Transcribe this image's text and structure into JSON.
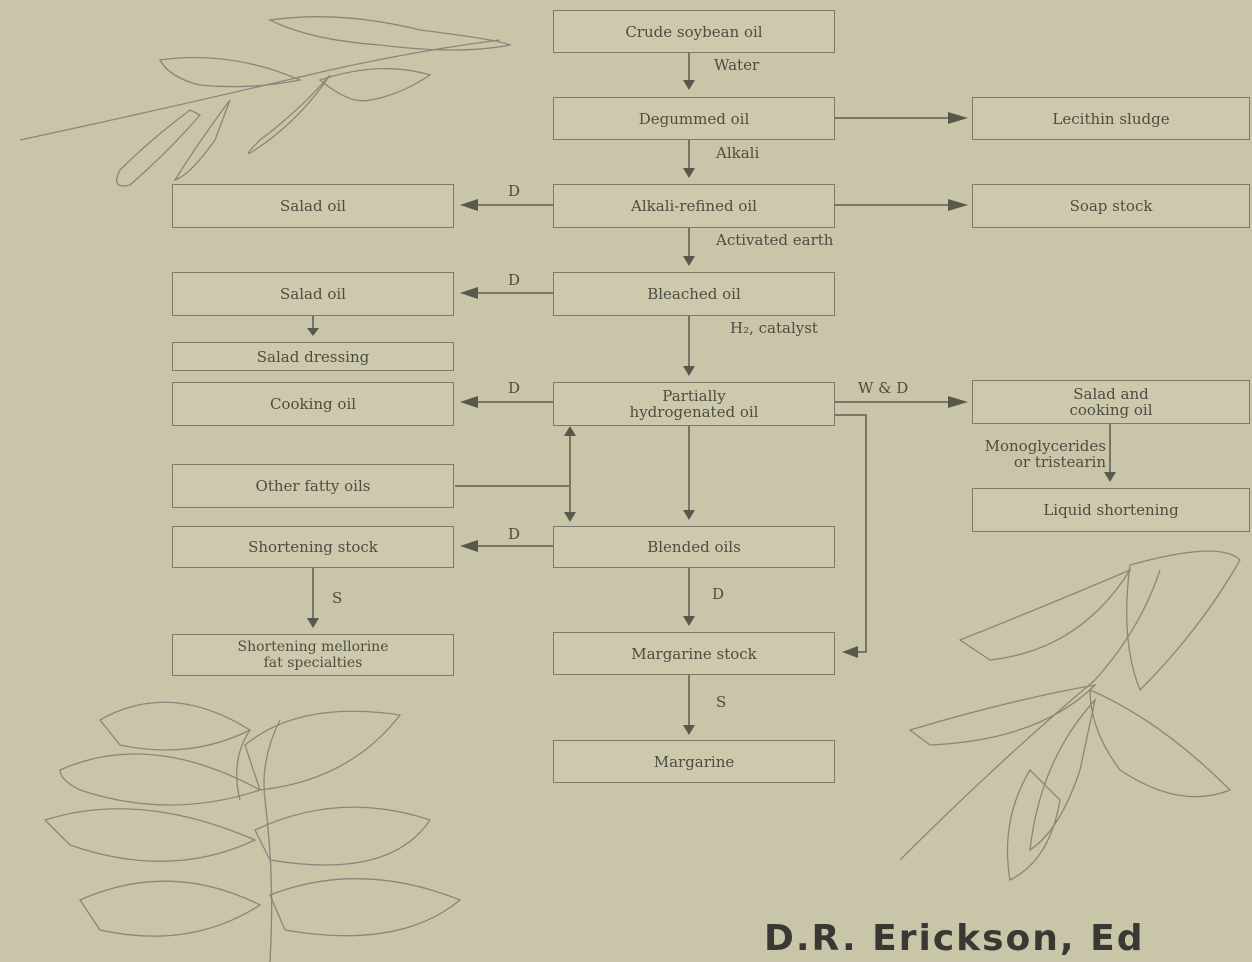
{
  "boxes": {
    "crude_soybean_oil": "Crude soybean oil",
    "degummed_oil": "Degummed oil",
    "lecithin_sludge": "Lecithin sludge",
    "alkali_refined_oil": "Alkali-refined oil",
    "soap_stock": "Soap stock",
    "salad_oil_1": "Salad oil",
    "bleached_oil": "Bleached oil",
    "salad_oil_2": "Salad oil",
    "salad_dressing": "Salad dressing",
    "cooking_oil": "Cooking oil",
    "partially_hydrogenated_oil": "Partially\nhydrogenated oil",
    "salad_and_cooking_oil": "Salad and\ncooking oil",
    "liquid_shortening": "Liquid shortening",
    "other_fatty_oils": "Other fatty oils",
    "shortening_stock": "Shortening stock",
    "blended_oils": "Blended oils",
    "shortening_specialties": "Shortening mellorine\nfat specialties",
    "margarine_stock": "Margarine stock",
    "margarine": "Margarine"
  },
  "labels": {
    "water": "Water",
    "alkali": "Alkali",
    "activated_earth": "Activated earth",
    "h2_catalyst": "H₂, catalyst",
    "d1": "D",
    "d2": "D",
    "d3": "D",
    "d4": "D",
    "d5": "D",
    "w_and_d": "W & D",
    "monoglycerides": "Monoglycerides\nor tristearin",
    "s1": "S",
    "s2": "S"
  },
  "credit": "D.R. Erickson, Ed"
}
